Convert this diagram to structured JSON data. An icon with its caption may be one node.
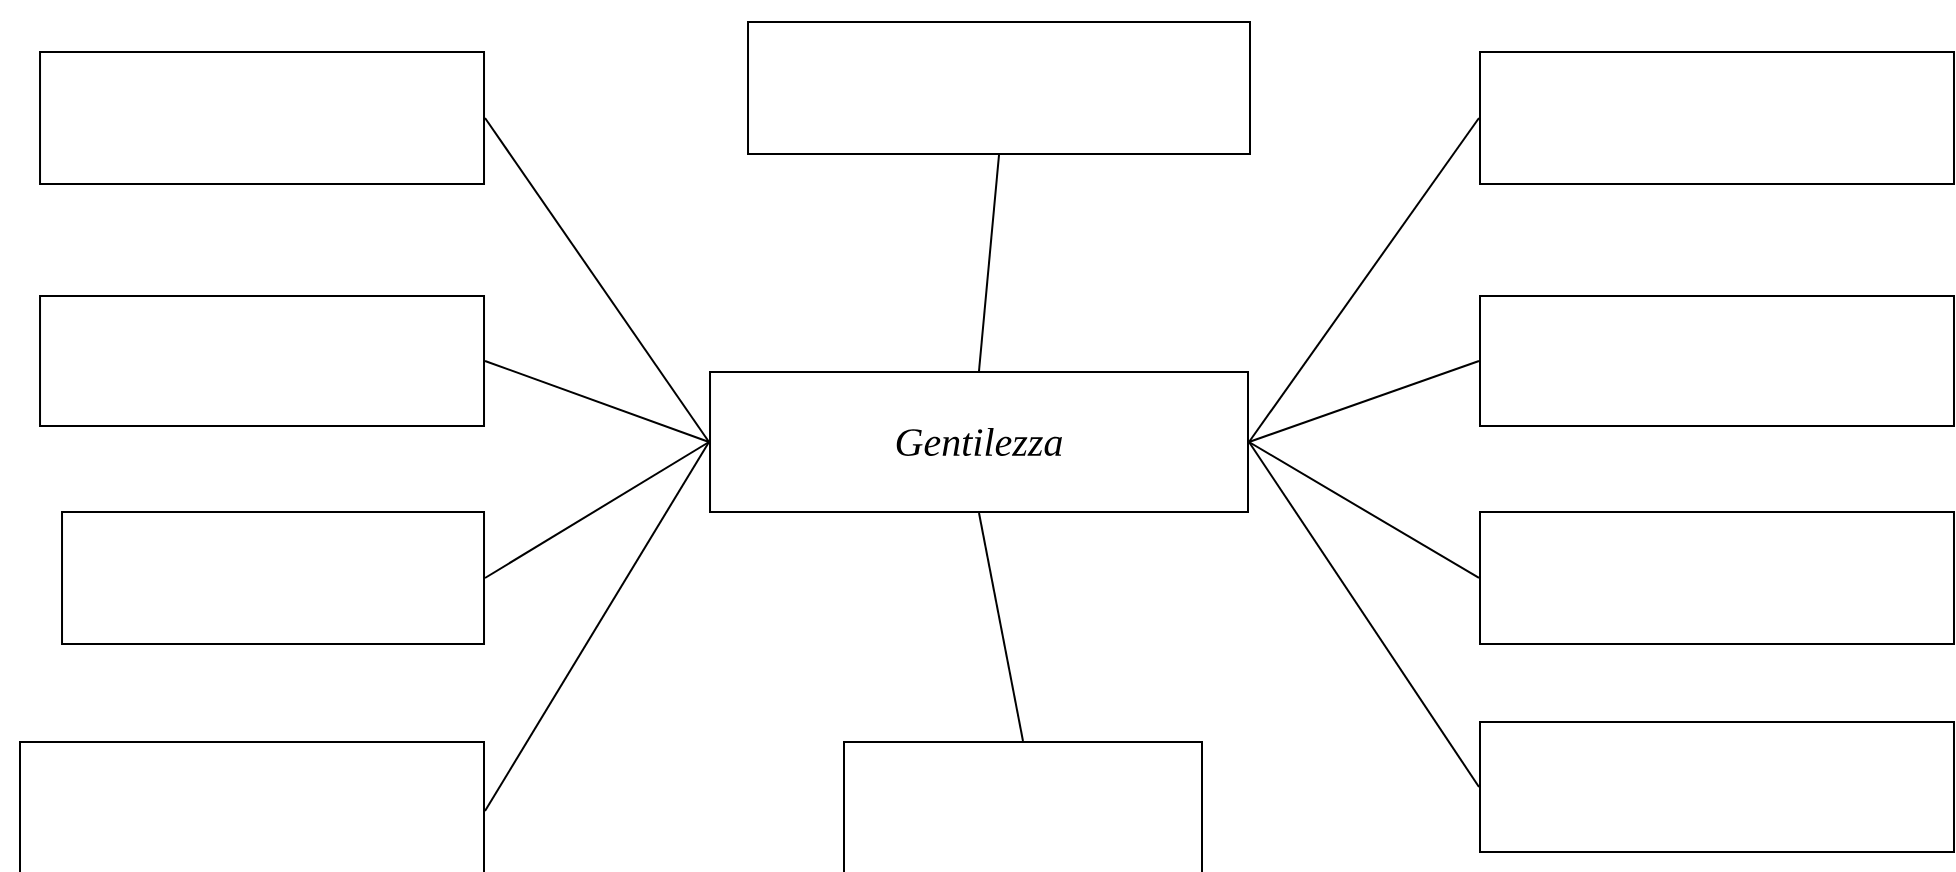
{
  "diagram": {
    "nodes": [
      {
        "text": [],
        "shape": "box"
      },
      {
        "text": [],
        "shape": "box"
      },
      {
        "text": [],
        "shape": "box"
      },
      {
        "text": [],
        "shape": "box"
      },
      {
        "text": [
          "Gentilezza"
        ]
      },
      {
        "text": [],
        "shape": "box"
      },
      {
        "text": [],
        "shape": "box"
      },
      {
        "text": [],
        "shape": "box"
      },
      {
        "text": [],
        "shape": "box"
      },
      {
        "text": [],
        "shape": "box"
      },
      {
        "text": [],
        "shape": "box"
      }
    ],
    "edges": [
      {
        "from": 4,
        "to": 0,
        "arrow": "none"
      },
      {
        "from": 4,
        "to": 1,
        "arrow": "none"
      },
      {
        "from": 4,
        "to": 2,
        "arrow": "none"
      },
      {
        "from": 4,
        "to": 3,
        "arrow": "none"
      },
      {
        "from": 4,
        "to": 5,
        "arrow": "none"
      },
      {
        "from": 4,
        "to": 6,
        "arrow": "none"
      },
      {
        "from": 4,
        "to": 7,
        "arrow": "none"
      },
      {
        "from": 4,
        "to": 8,
        "arrow": "none"
      },
      {
        "from": 4,
        "to": 9,
        "arrow": "none"
      },
      {
        "from": 4,
        "to": 10,
        "arrow": "none"
      }
    ]
  }
}
